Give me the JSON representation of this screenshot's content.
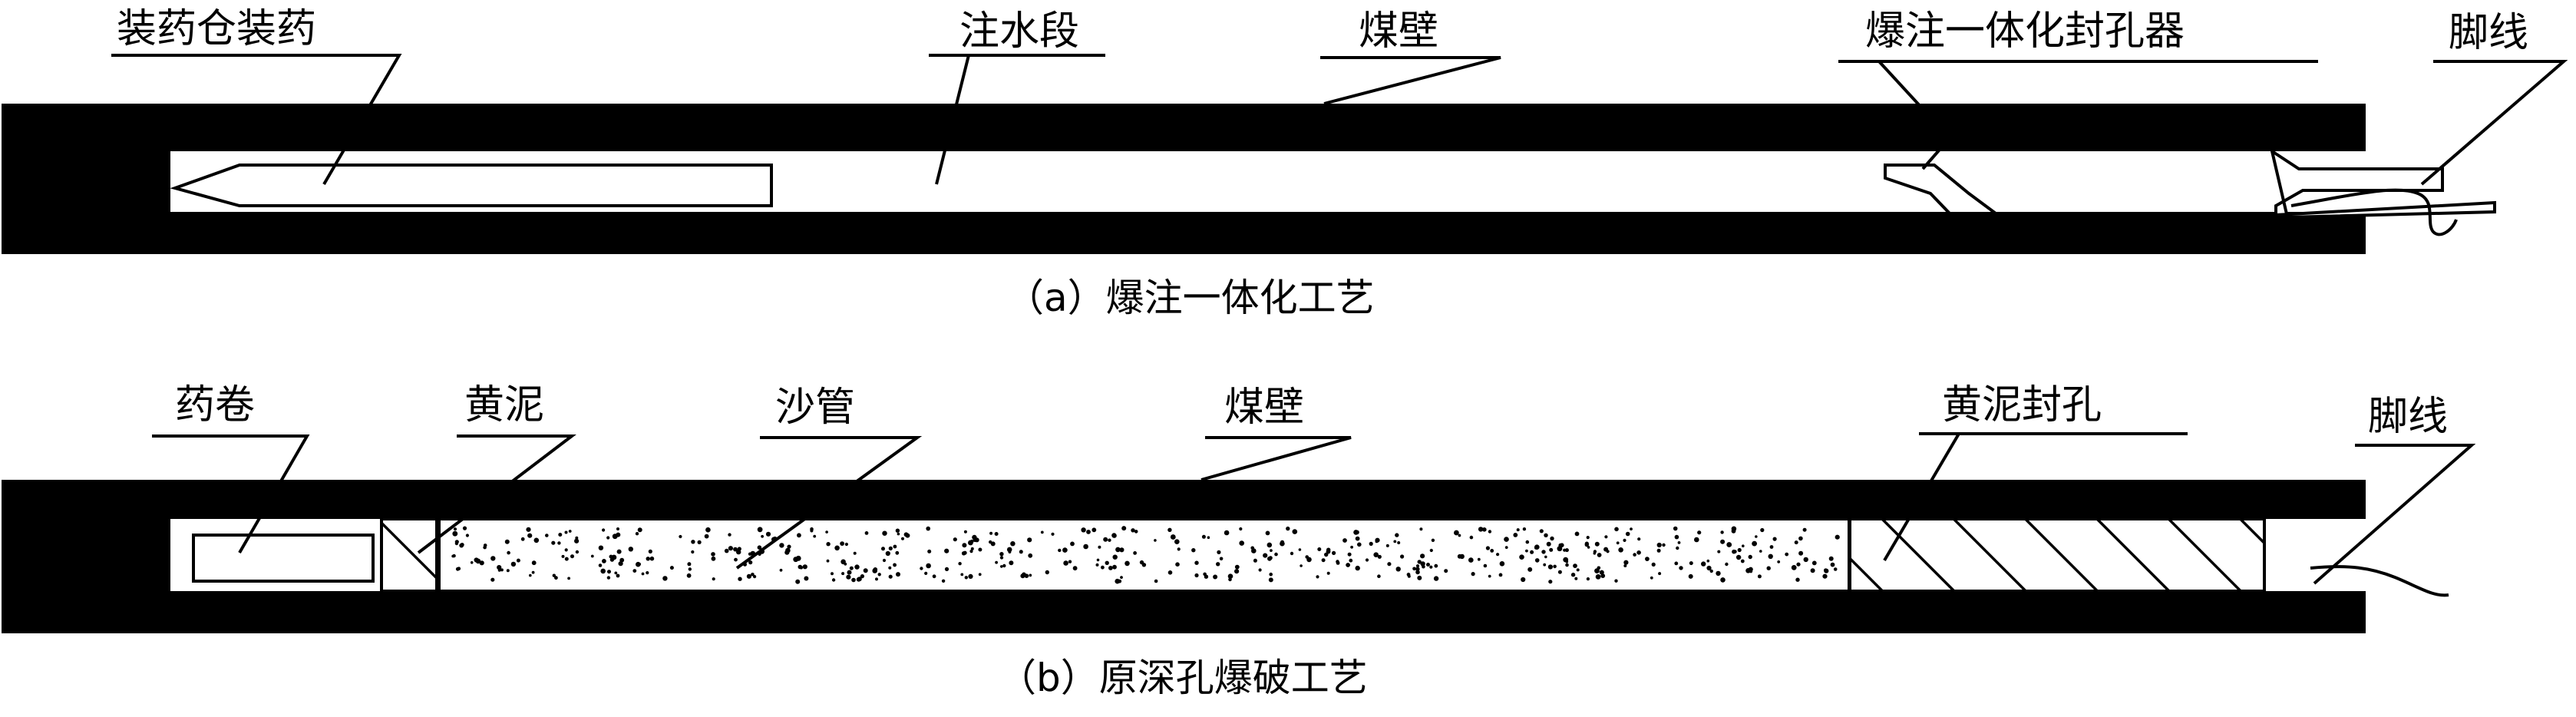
{
  "panel_a": {
    "caption": "（a）爆注一体化工艺",
    "labels": {
      "charge_chamber": "装药仓装药",
      "water_section": "注水段",
      "coal_wall": "煤壁",
      "sealer": "爆注一体化封孔器",
      "leg_wire": "脚线"
    }
  },
  "panel_b": {
    "caption": "（b）原深孔爆破工艺",
    "labels": {
      "cartridge": "药卷",
      "yellow_mud": "黄泥",
      "sand_tube": "沙管",
      "coal_wall": "煤壁",
      "mud_seal": "黄泥封孔",
      "leg_wire": "脚线"
    }
  },
  "colors": {
    "ink": "#000000",
    "paper": "#ffffff"
  }
}
